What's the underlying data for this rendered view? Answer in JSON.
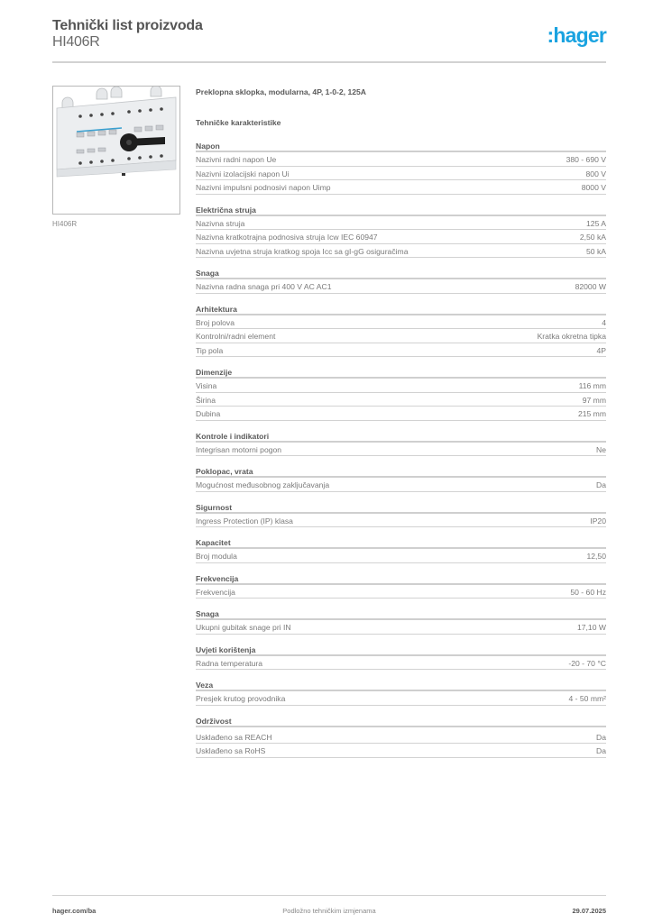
{
  "header": {
    "title": "Tehnički list proizvoda",
    "product_code": "HI406R",
    "logo_text": ":hager",
    "brand_color": "#1aa3e0"
  },
  "product": {
    "image_icon": "transfer-switch-image",
    "caption": "HI406R",
    "description": "Preklopna sklopka, modularna, 4P,  1-0-2, 125A"
  },
  "tech_heading": "Tehničke karakteristike",
  "sections": [
    {
      "title": "Napon",
      "rows": [
        {
          "label": "Nazivni radni napon Ue",
          "value": "380 - 690 V"
        },
        {
          "label": "Nazivni izolacijski napon Ui",
          "value": "800 V"
        },
        {
          "label": "Nazivni impulsni podnosivi napon Uimp",
          "value": "8000 V"
        }
      ]
    },
    {
      "title": "Električna struja",
      "rows": [
        {
          "label": "Nazivna struja",
          "value": "125 A"
        },
        {
          "label": "Nazivna kratkotrajna podnosiva struja Icw IEC 60947",
          "value": "2,50 kA"
        },
        {
          "label": "Nazivna uvjetna struja kratkog spoja Icc sa gI-gG osiguračima",
          "value": "50 kA"
        }
      ]
    },
    {
      "title": "Snaga",
      "rows": [
        {
          "label": "Nazivna radna snaga pri 400 V AC AC1",
          "value": "82000 W"
        }
      ]
    },
    {
      "title": "Arhitektura",
      "rows": [
        {
          "label": "Broj polova",
          "value": "4"
        },
        {
          "label": "Kontrolni/radni element",
          "value": "Kratka okretna tipka"
        },
        {
          "label": "Tip pola",
          "value": "4P"
        }
      ]
    },
    {
      "title": "Dimenzije",
      "rows": [
        {
          "label": "Visina",
          "value": "116 mm"
        },
        {
          "label": "Širina",
          "value": "97 mm"
        },
        {
          "label": "Dubina",
          "value": "215 mm"
        }
      ]
    },
    {
      "title": "Kontrole i indikatori",
      "rows": [
        {
          "label": "Integrisan motorni pogon",
          "value": "Ne"
        }
      ]
    },
    {
      "title": "Poklopac, vrata",
      "rows": [
        {
          "label": "Mogućnost međusobnog zaključavanja",
          "value": "Da"
        }
      ]
    },
    {
      "title": "Sigurnost",
      "rows": [
        {
          "label": "Ingress Protection (IP) klasa",
          "value": "IP20"
        }
      ]
    },
    {
      "title": "Kapacitet",
      "rows": [
        {
          "label": "Broj modula",
          "value": "12,50"
        }
      ]
    },
    {
      "title": "Frekvencija",
      "rows": [
        {
          "label": "Frekvencija",
          "value": "50 - 60 Hz"
        }
      ]
    },
    {
      "title": "Snaga",
      "rows": [
        {
          "label": "Ukupni gubitak snage pri IN",
          "value": "17,10 W"
        }
      ]
    },
    {
      "title": "Uvjeti korištenja",
      "rows": [
        {
          "label": "Radna temperatura",
          "value": "-20 - 70 °C"
        }
      ]
    },
    {
      "title": "Veza",
      "rows": [
        {
          "label": "Presjek krutog provodnika",
          "value": "4 - 50 mm²"
        }
      ]
    },
    {
      "title": "Održivost",
      "rows": [
        {
          "label": "Usklađeno sa REACH",
          "value": "Da"
        },
        {
          "label": "Usklađeno sa RoHS",
          "value": "Da"
        }
      ]
    }
  ],
  "footer": {
    "website": "hager.com/ba",
    "notice": "Podložno tehničkim izmjenama",
    "date": "29.07.2025"
  }
}
